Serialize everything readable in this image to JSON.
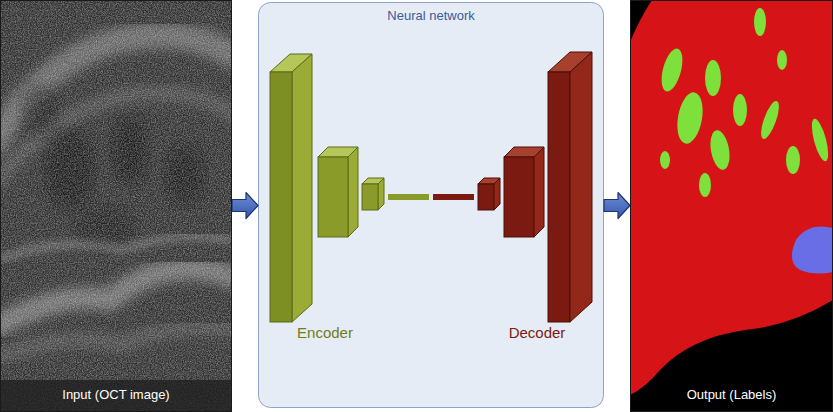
{
  "diagram": {
    "nodes": [
      {
        "text": [
          "Input (OCT image)"
        ]
      },
      {
        "text": [
          "Neural network"
        ]
      },
      {
        "text": [
          "Encoder"
        ],
        "in": 1
      },
      {
        "text": [
          "Decoder"
        ],
        "in": 1
      },
      {
        "text": [
          "Output (Labels)"
        ]
      }
    ],
    "edges": [
      {
        "from": 0,
        "to": 1,
        "arrow": "to"
      },
      {
        "from": 2,
        "to": 3,
        "arrow": "none"
      },
      {
        "from": 1,
        "to": 4,
        "arrow": "to"
      }
    ]
  }
}
